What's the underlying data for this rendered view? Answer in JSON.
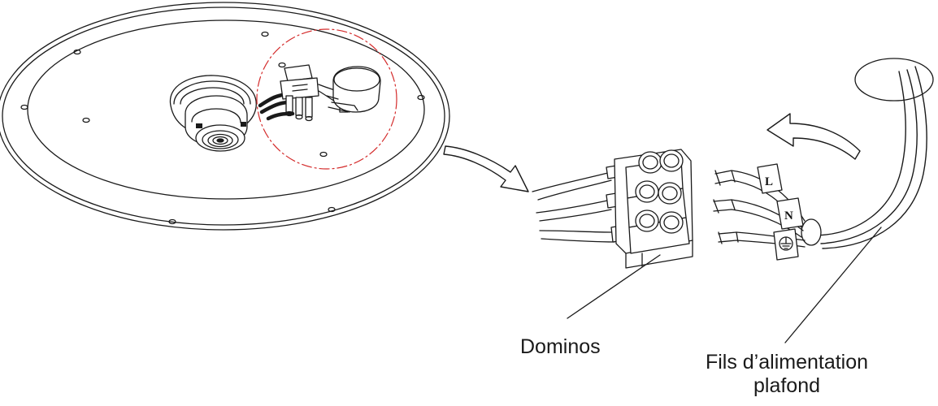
{
  "labels": {
    "dominos": "Dominos",
    "power_wires_line1": "Fils d’alimentation",
    "power_wires_line2": "plafond"
  },
  "wire_tags": {
    "live": "L",
    "neutral": "N",
    "earth_icon": "ground-symbol-icon"
  },
  "colors": {
    "line": "#1a1a1a",
    "highlight_circle": "#d42b2b",
    "background": "#ffffff"
  }
}
